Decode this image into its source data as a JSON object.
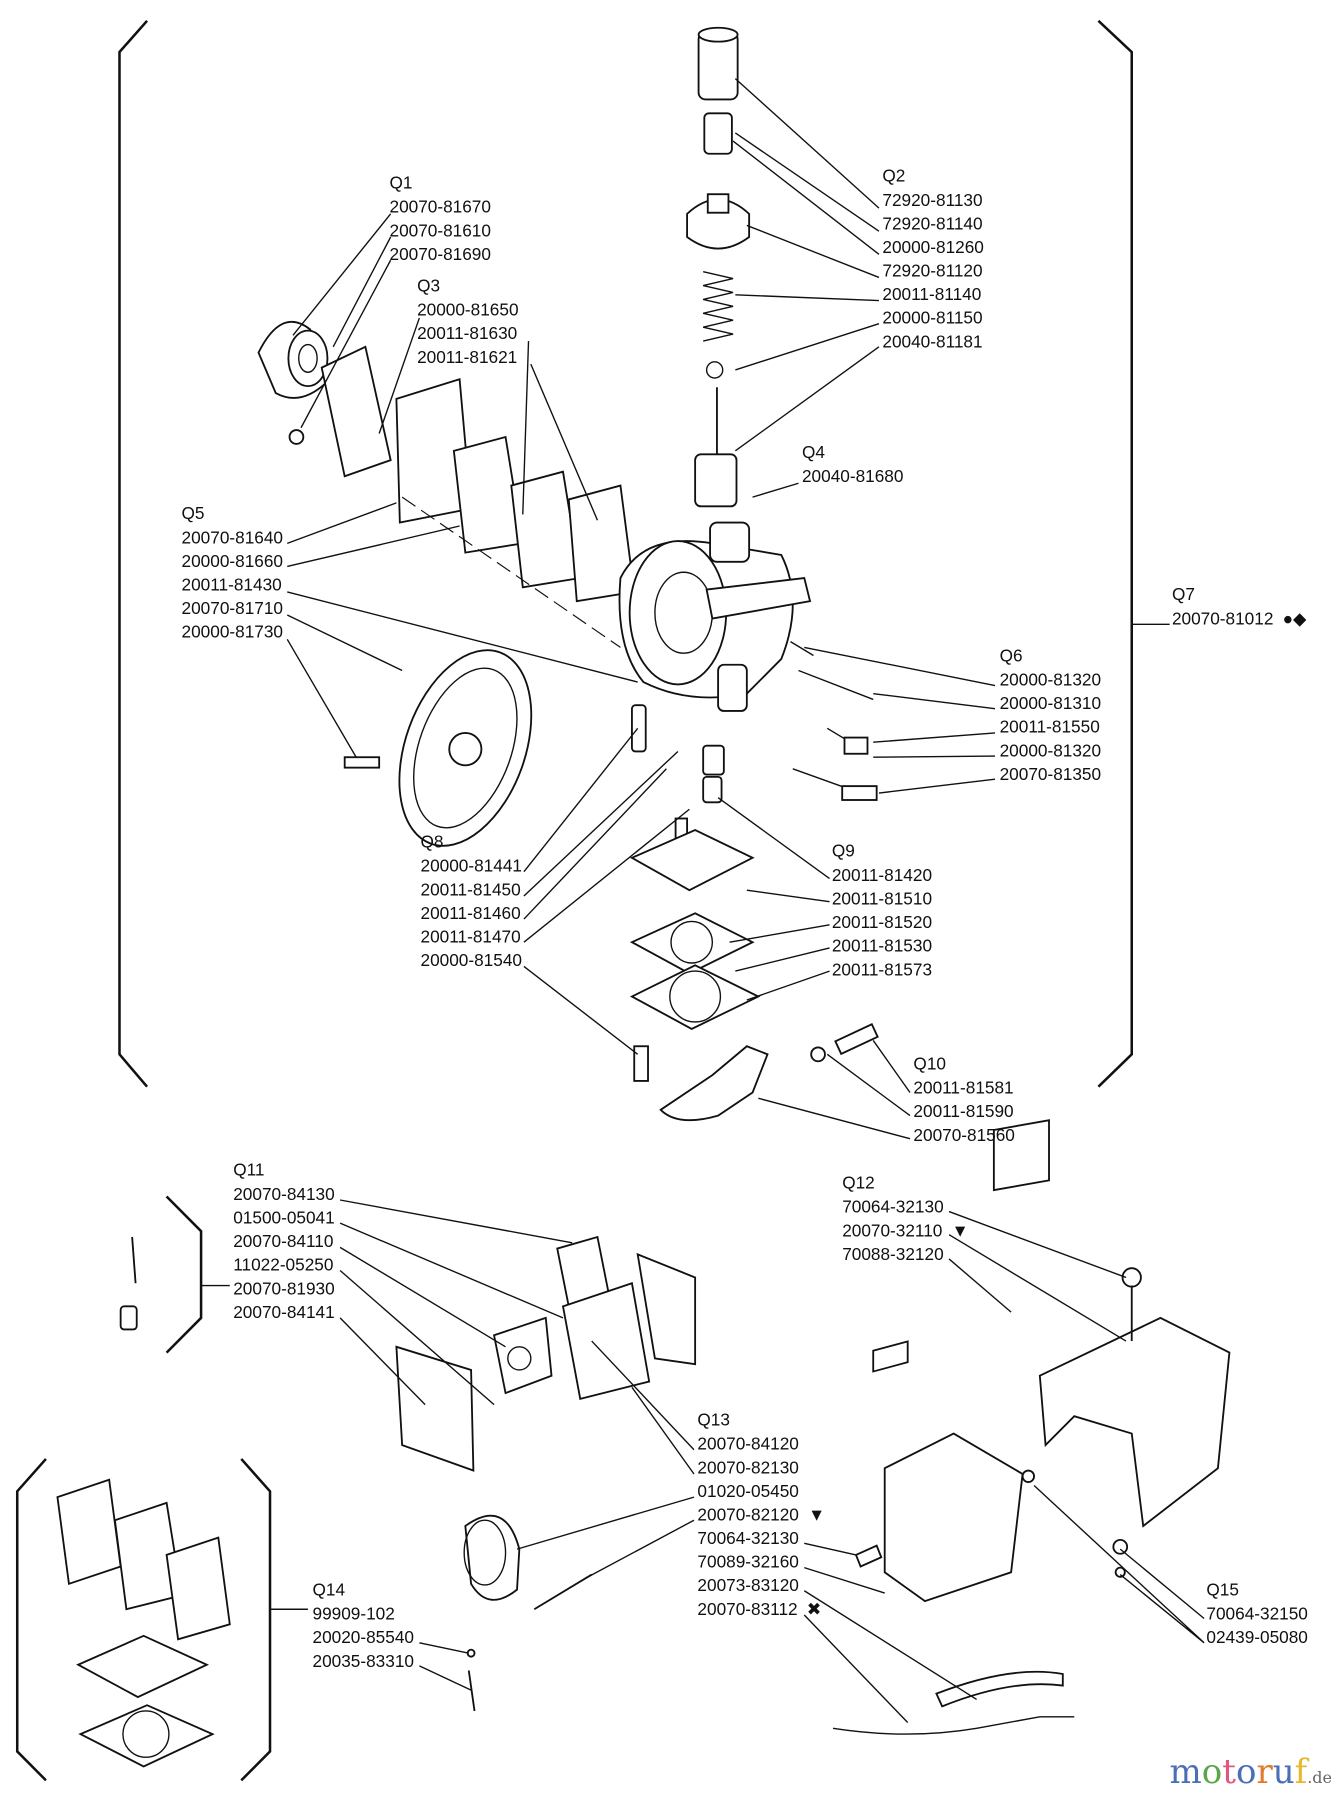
{
  "groups": [
    {
      "id": "Q1",
      "parts": [
        "20070-81670",
        "20070-81610",
        "20070-81690"
      ]
    },
    {
      "id": "Q2",
      "parts": [
        "72920-81130",
        "72920-81140",
        "20000-81260",
        "72920-81120",
        "20011-81140",
        "20000-81150",
        "20040-81181"
      ]
    },
    {
      "id": "Q3",
      "parts": [
        "20000-81650",
        "20011-81630",
        "20011-81621"
      ]
    },
    {
      "id": "Q4",
      "parts": [
        "20040-81680"
      ]
    },
    {
      "id": "Q5",
      "parts": [
        "20070-81640",
        "20000-81660",
        "20011-81430",
        "20070-81710",
        "20000-81730"
      ]
    },
    {
      "id": "Q6",
      "parts": [
        "20000-81320",
        "20000-81310",
        "20011-81550",
        "20000-81320",
        "20070-81350"
      ]
    },
    {
      "id": "Q7",
      "parts": [
        "20070-81012"
      ],
      "markers": [
        "●◆"
      ]
    },
    {
      "id": "Q8",
      "parts": [
        "20000-81441",
        "20011-81450",
        "20011-81460",
        "20011-81470",
        "20000-81540"
      ]
    },
    {
      "id": "Q9",
      "parts": [
        "20011-81420",
        "20011-81510",
        "20011-81520",
        "20011-81530",
        "20011-81573"
      ]
    },
    {
      "id": "Q10",
      "parts": [
        "20011-81581",
        "20011-81590",
        "20070-81560"
      ]
    },
    {
      "id": "Q11",
      "parts": [
        "20070-84130",
        "01500-05041",
        "20070-84110",
        "11022-05250",
        "20070-81930",
        "20070-84141"
      ]
    },
    {
      "id": "Q12",
      "parts": [
        "70064-32130",
        "20070-32110",
        "70088-32120"
      ],
      "markers": [
        "",
        "▼",
        ""
      ]
    },
    {
      "id": "Q13",
      "parts": [
        "20070-84120",
        "20070-82130",
        "01020-05450",
        "20070-82120",
        "70064-32130",
        "70089-32160",
        "20073-83120",
        "20070-83112"
      ],
      "markers": [
        "",
        "",
        "",
        "▼",
        "",
        "",
        "",
        "✖"
      ]
    },
    {
      "id": "Q14",
      "parts": [
        "99909-102",
        "20020-85540",
        "20035-83310"
      ]
    },
    {
      "id": "Q15",
      "parts": [
        "70064-32150",
        "02439-05080"
      ]
    }
  ],
  "watermark": {
    "text": "motoruf",
    "suffix": ".de",
    "colors": [
      "#4a6fb5",
      "#5aa64a",
      "#e2557f",
      "#4a6fb5",
      "#e07a2e",
      "#4a6fb5",
      "#e8b82a"
    ]
  }
}
